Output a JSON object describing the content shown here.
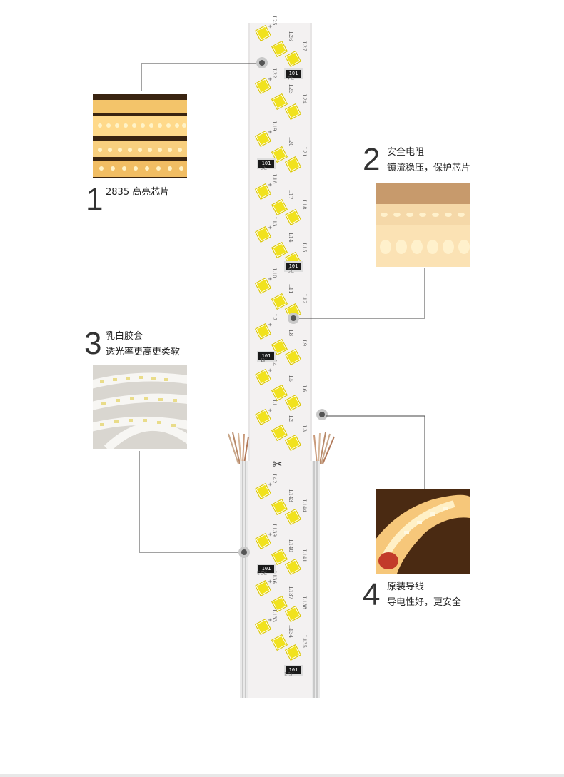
{
  "callouts": [
    {
      "number": "1",
      "lines": [
        "2835 高亮芯片"
      ]
    },
    {
      "number": "2",
      "lines": [
        "安全电阻",
        "镇流稳压，保护芯片"
      ]
    },
    {
      "number": "3",
      "lines": [
        "乳白胶套",
        "透光率更高更柔软"
      ]
    },
    {
      "number": "4",
      "lines": [
        "原装导线",
        "导电性好，更安全"
      ]
    }
  ],
  "strip": {
    "resistor_code": "101",
    "resistor_labels": [
      "R4",
      "R3",
      "R2",
      "R1",
      "R23",
      "R21"
    ],
    "led_labels_top": [
      "L25",
      "L26",
      "L27",
      "L22",
      "L23",
      "L24",
      "L19",
      "L20",
      "L21",
      "L16",
      "L17",
      "L18",
      "L13",
      "L14",
      "L15",
      "L10",
      "L11",
      "L12",
      "L7",
      "L8",
      "L9",
      "L4",
      "L5",
      "L6",
      "L1",
      "L2",
      "L3"
    ],
    "led_labels_bottom": [
      "L42",
      "L143",
      "L144",
      "L139",
      "L140",
      "L141",
      "L136",
      "L137",
      "L138",
      "L133",
      "L134",
      "L135"
    ],
    "plus_sign": "+",
    "scissors_icon": "✂"
  },
  "colors": {
    "led_yellow": "#f1e21d",
    "connector": "#444444",
    "warm_light": "#f6c77a"
  }
}
